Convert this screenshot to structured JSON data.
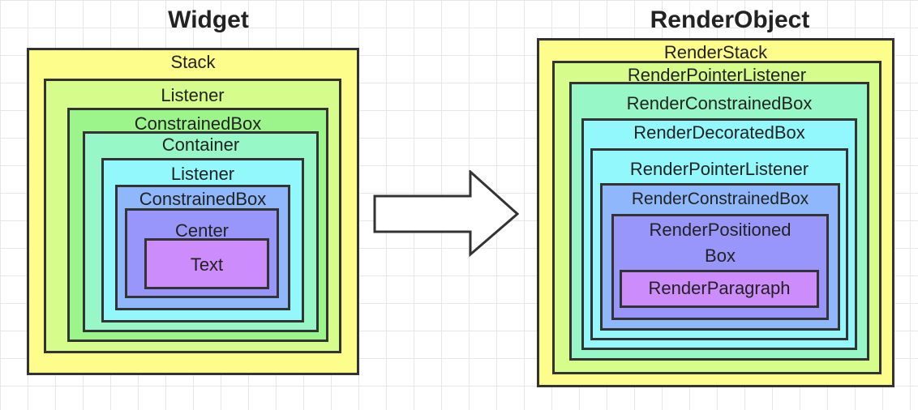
{
  "widget_panel": {
    "title": "Widget",
    "boxes": {
      "stack": "Stack",
      "listener_outer": "Listener",
      "constrained_box_outer": "ConstrainedBox",
      "container": "Container",
      "listener_inner": "Listener",
      "constrained_box_inner": "ConstrainedBox",
      "center": "Center",
      "text": "Text"
    }
  },
  "render_panel": {
    "title": "RenderObject",
    "boxes": {
      "render_stack": "RenderStack",
      "render_pointer_listener_outer": "RenderPointerListener",
      "render_constrained_box_outer": "RenderConstrainedBox",
      "render_decorated_box": "RenderDecoratedBox",
      "render_pointer_listener_inner": "RenderPointerListener",
      "render_constrained_box_inner": "RenderConstrainedBox",
      "render_positioned_box_line1": "RenderPositioned",
      "render_positioned_box_line2": "Box",
      "render_paragraph": "RenderParagraph"
    }
  },
  "arrow_icon": "right-arrow-icon"
}
